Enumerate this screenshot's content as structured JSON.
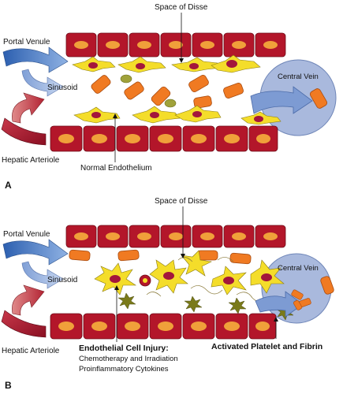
{
  "panel_a": {
    "letter": "A",
    "space_of_disse": "Space of Disse",
    "portal_venule": "Portal Venule",
    "sinusoid": "Sinusoid",
    "hepatic_arteriole": "Hepatic Arteriole",
    "normal_endothelium": "Normal Endothelium",
    "central_vein": "Central Vein"
  },
  "panel_b": {
    "letter": "B",
    "space_of_disse": "Space of Disse",
    "portal_venule": "Portal Venule",
    "sinusoid": "Sinusoid",
    "hepatic_arteriole": "Hepatic Arteriole",
    "central_vein": "Central Vein",
    "injury_title": "Endothelial Cell Injury:",
    "injury_line1": "Chemotherapy and Irradiation",
    "injury_line2": "Proinflammatory Cytokines",
    "platelet": "Activated Platelet and Fibrin"
  },
  "colors": {
    "hepatocyte": "#b3162a",
    "hepatocyte_nucleus": "#f0a03a",
    "endothelial": "#f4dd2a",
    "endothelial_nucleus": "#a3163c",
    "rbc": "#f07a22",
    "kupffer": "#a0a23a",
    "central_vein": "#a9b9dd",
    "portal_arrow": "#5a86c6",
    "arterial_arrow": "#b33a3a",
    "platelet": "#7a7a1a"
  }
}
